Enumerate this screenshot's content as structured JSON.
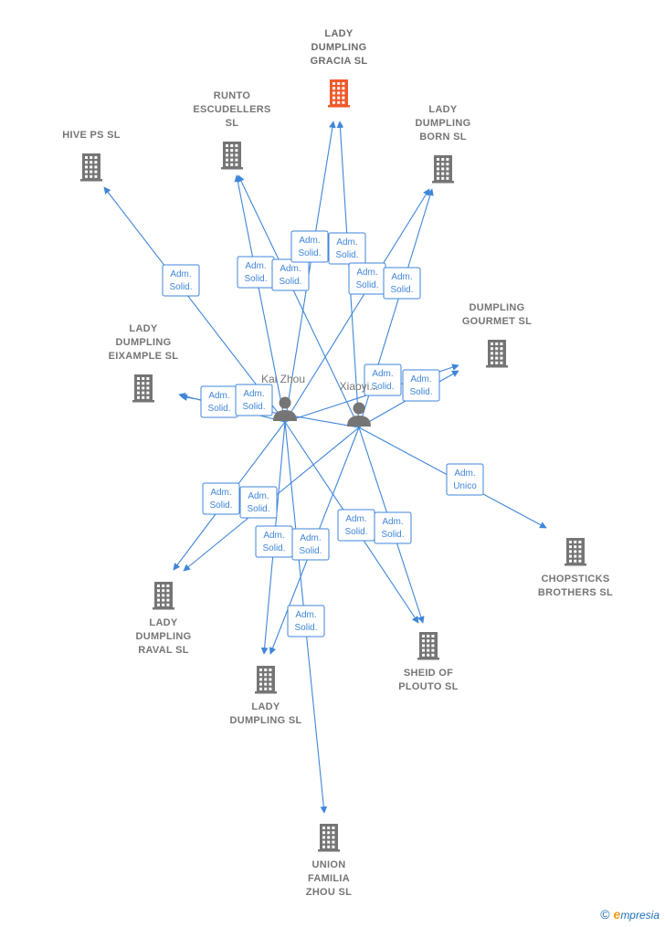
{
  "colors": {
    "edge": "#3f86d9",
    "company": "#757575",
    "highlight": "#f0592a",
    "person": "#757575"
  },
  "companies": [
    {
      "id": "gracia",
      "lines": [
        "LADY",
        "DUMPLING",
        "GRACIA  SL"
      ],
      "highlight": true
    },
    {
      "id": "runto",
      "lines": [
        "RUNTO",
        "ESCUDELLERS",
        "SL"
      ]
    },
    {
      "id": "born",
      "lines": [
        "LADY",
        "DUMPLING",
        "BORN  SL"
      ]
    },
    {
      "id": "hive",
      "lines": [
        "HIVE PS  SL"
      ]
    },
    {
      "id": "eixample",
      "lines": [
        "LADY",
        "DUMPLING",
        "EIXAMPLE  SL"
      ]
    },
    {
      "id": "gourmet",
      "lines": [
        "DUMPLING",
        "GOURMET  SL"
      ]
    },
    {
      "id": "chopsticks",
      "lines": [
        "CHOPSTICKS",
        "BROTHERS  SL"
      ]
    },
    {
      "id": "raval",
      "lines": [
        "LADY",
        "DUMPLING",
        "RAVAL  SL"
      ]
    },
    {
      "id": "sheid",
      "lines": [
        "SHEID OF",
        "PLOUTO  SL"
      ]
    },
    {
      "id": "ladysl",
      "lines": [
        "LADY",
        "DUMPLING  SL"
      ]
    },
    {
      "id": "union",
      "lines": [
        "UNION",
        "FAMILIA",
        "ZHOU  SL"
      ]
    }
  ],
  "persons": [
    {
      "id": "kai",
      "label": "Kai Zhou"
    },
    {
      "id": "xiaoyi",
      "label": "Xiaoyi..."
    }
  ],
  "edges": [
    {
      "from": "kai",
      "to": "hive",
      "lines": [
        "Adm.",
        "Solid."
      ]
    },
    {
      "from": "kai",
      "to": "runto",
      "lines": [
        "Adm.",
        "Solid."
      ]
    },
    {
      "from": "xiaoyi",
      "to": "runto",
      "lines": [
        "Adm.",
        "Solid."
      ]
    },
    {
      "from": "kai",
      "to": "gracia",
      "lines": [
        "Adm.",
        "Solid."
      ]
    },
    {
      "from": "xiaoyi",
      "to": "gracia",
      "lines": [
        "Adm.",
        "Solid."
      ]
    },
    {
      "from": "kai",
      "to": "born",
      "lines": [
        "Adm.",
        "Solid."
      ]
    },
    {
      "from": "xiaoyi",
      "to": "born",
      "lines": [
        "Adm.",
        "Solid."
      ]
    },
    {
      "from": "kai",
      "to": "eixample",
      "lines": [
        "Adm.",
        "Solid."
      ]
    },
    {
      "from": "xiaoyi",
      "to": "eixample",
      "lines": [
        "Adm.",
        "Solid."
      ]
    },
    {
      "from": "kai",
      "to": "gourmet",
      "lines": [
        "Adm.",
        "Solid."
      ]
    },
    {
      "from": "xiaoyi",
      "to": "gourmet",
      "lines": [
        "Adm.",
        "Solid."
      ]
    },
    {
      "from": "xiaoyi",
      "to": "chopsticks",
      "lines": [
        "Adm.",
        "Unico"
      ]
    },
    {
      "from": "kai",
      "to": "raval",
      "lines": [
        "Adm.",
        "Solid."
      ]
    },
    {
      "from": "xiaoyi",
      "to": "raval",
      "lines": [
        "Adm.",
        "Solid."
      ]
    },
    {
      "from": "kai",
      "to": "ladysl",
      "lines": [
        "Adm.",
        "Solid."
      ]
    },
    {
      "from": "xiaoyi",
      "to": "ladysl",
      "lines": [
        "Adm.",
        "Solid."
      ]
    },
    {
      "from": "kai",
      "to": "sheid",
      "lines": [
        "Adm.",
        "Solid."
      ]
    },
    {
      "from": "xiaoyi",
      "to": "sheid",
      "lines": [
        "Adm.",
        "Solid."
      ]
    },
    {
      "from": "kai",
      "to": "union",
      "lines": [
        "Adm.",
        "Solid."
      ]
    }
  ],
  "footer": {
    "copyright": "©",
    "brand_initial": "e",
    "brand_rest": "mpresia"
  }
}
